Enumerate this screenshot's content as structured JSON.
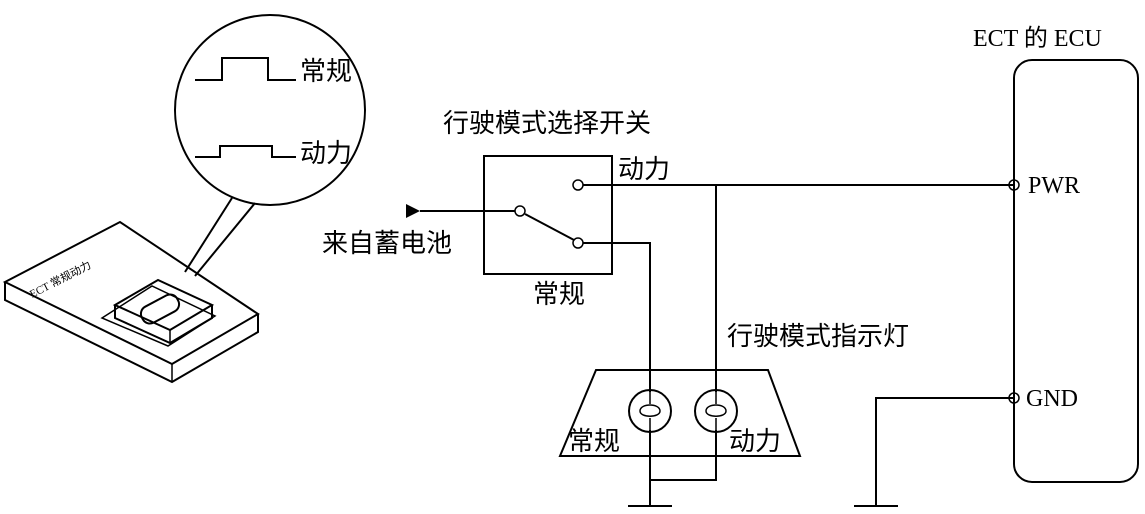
{
  "labels": {
    "ecu_title": "ECT 的 ECU",
    "switch_title": "行驶模式选择开关",
    "power_terminal": "动力",
    "normal_terminal": "常规",
    "battery_source": "来自蓄电池",
    "indicator_title": "行驶模式指示灯",
    "lamp_normal": "常规",
    "lamp_power": "动力",
    "pin_pwr": "PWR",
    "pin_gnd": "GND",
    "zoom_normal": "常规",
    "zoom_power": "动力",
    "panel_label": "ECT 常规动力"
  }
}
